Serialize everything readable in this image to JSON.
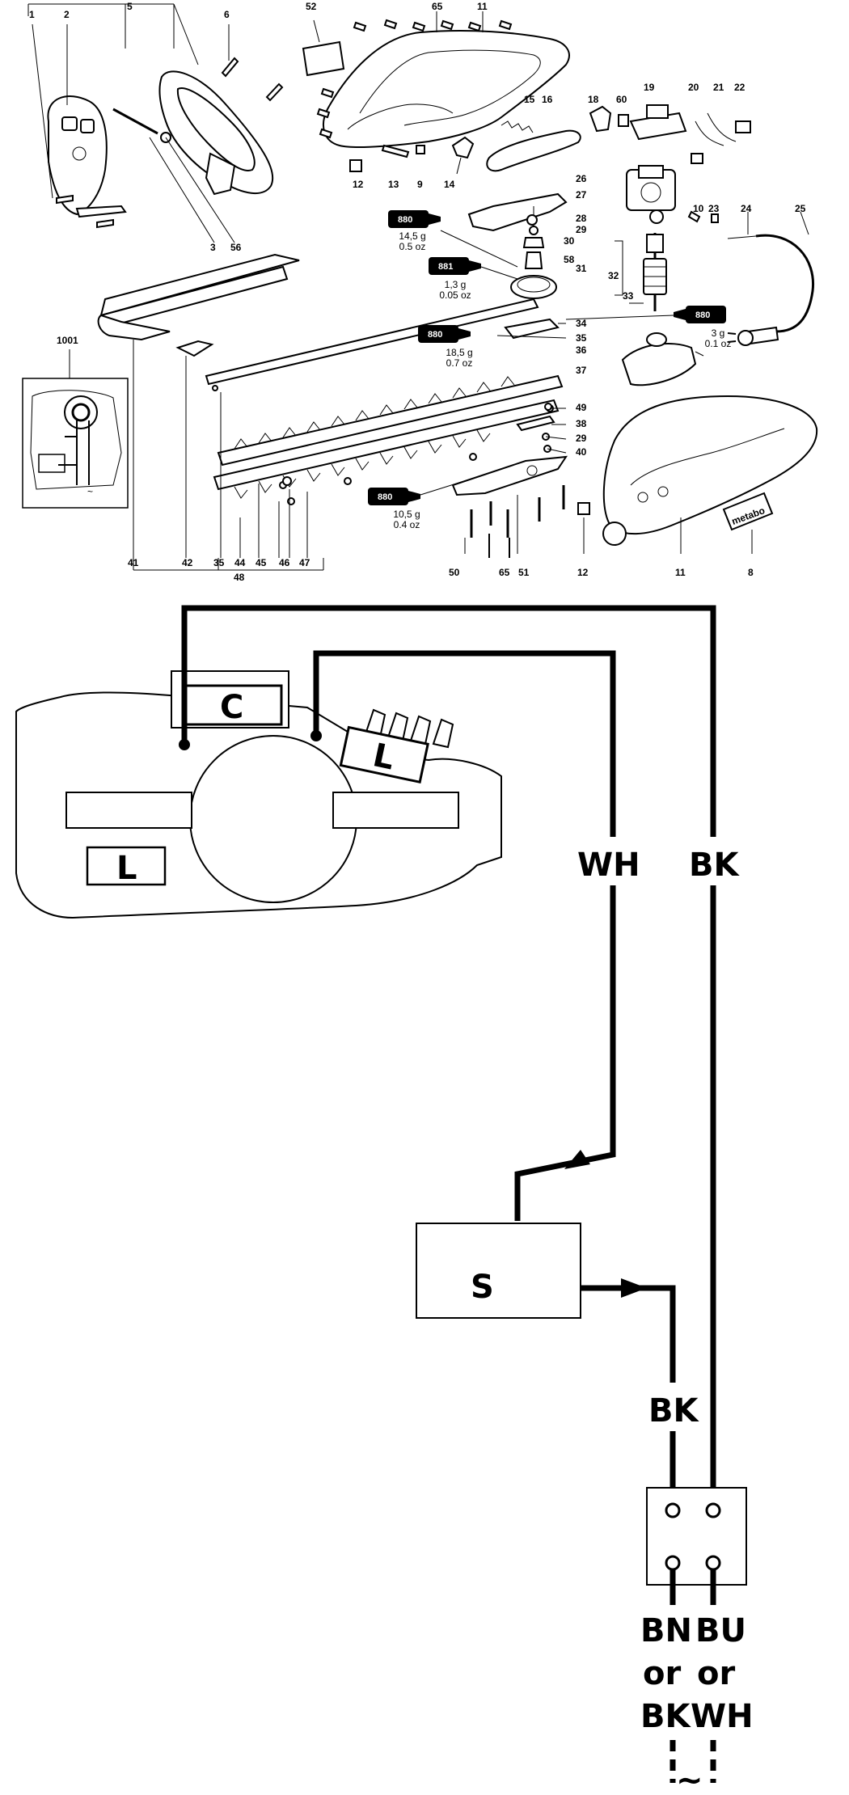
{
  "parts_labels": {
    "p1": "1",
    "p2": "2",
    "p5": "5",
    "p6": "6",
    "p52": "52",
    "p65a": "65",
    "p11a": "11",
    "p18": "18",
    "p60": "60",
    "p19": "19",
    "p20": "20",
    "p21": "21",
    "p22": "22",
    "p15": "15",
    "p16": "16",
    "p26": "26",
    "p27": "27",
    "p12a": "12",
    "p13": "13",
    "p9": "9",
    "p14": "14",
    "p3": "3",
    "p56": "56",
    "p10": "10",
    "p23": "23",
    "p24": "24",
    "p25": "25",
    "p28": "28",
    "p29a": "29",
    "p30": "30",
    "p58": "58",
    "p31": "31",
    "p32": "32",
    "p33": "33",
    "p1001": "1001",
    "p34": "34",
    "p35a": "35",
    "p36": "36",
    "p37": "37",
    "p49": "49",
    "p38": "38",
    "p29b": "29",
    "p40": "40",
    "p41": "41",
    "p42": "42",
    "p35b": "35",
    "p44": "44",
    "p45": "45",
    "p46": "46",
    "p47": "47",
    "p48": "48",
    "p50": "50",
    "p65b": "65",
    "p51": "51",
    "p12b": "12",
    "p11b": "11",
    "p8": "8"
  },
  "grease_tubes": [
    {
      "label": "880",
      "amount": "14,5 g",
      "oz": "0.5 oz"
    },
    {
      "label": "881",
      "amount": "1,3 g",
      "oz": "0.05 oz"
    },
    {
      "label": "880",
      "amount": "18,5 g",
      "oz": "0.7 oz"
    },
    {
      "label": "880",
      "amount": "3 g",
      "oz": "0.1 oz"
    },
    {
      "label": "880",
      "amount": "10,5 g",
      "oz": "0.4 oz"
    }
  ],
  "brand": "metabo",
  "wiring": {
    "c_label": "C",
    "l_top": "L",
    "l_left": "L",
    "wire_wh": "WH",
    "wire_bk_right": "BK",
    "wire_bk_mid": "BK",
    "switch_label": "S",
    "mains_left": [
      "BN",
      "or",
      "BK"
    ],
    "mains_right": [
      "BU",
      "or",
      "WH"
    ],
    "ac_symbol": "~"
  }
}
